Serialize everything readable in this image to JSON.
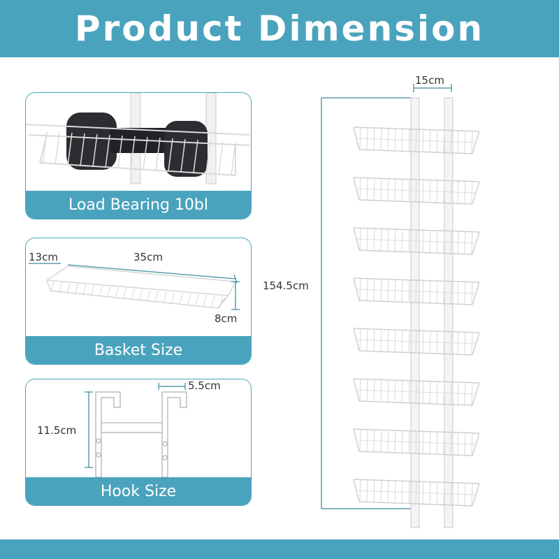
{
  "banner": {
    "title": "Product Dimension"
  },
  "colors": {
    "accent": "#4aa3bd",
    "dimension_line": "#5a9ea8",
    "rack": "#e8e8e8",
    "weight": "#2b2d30"
  },
  "cards": {
    "load": {
      "label": "Load Bearing 10bl"
    },
    "basket": {
      "label": "Basket Size",
      "depth": "13cm",
      "length": "35cm",
      "height": "8cm"
    },
    "hook": {
      "label": "Hook Size",
      "width": "5.5cm",
      "height": "11.5cm"
    }
  },
  "rack": {
    "width": "15cm",
    "height": "154.5cm",
    "basket_count": 8
  }
}
